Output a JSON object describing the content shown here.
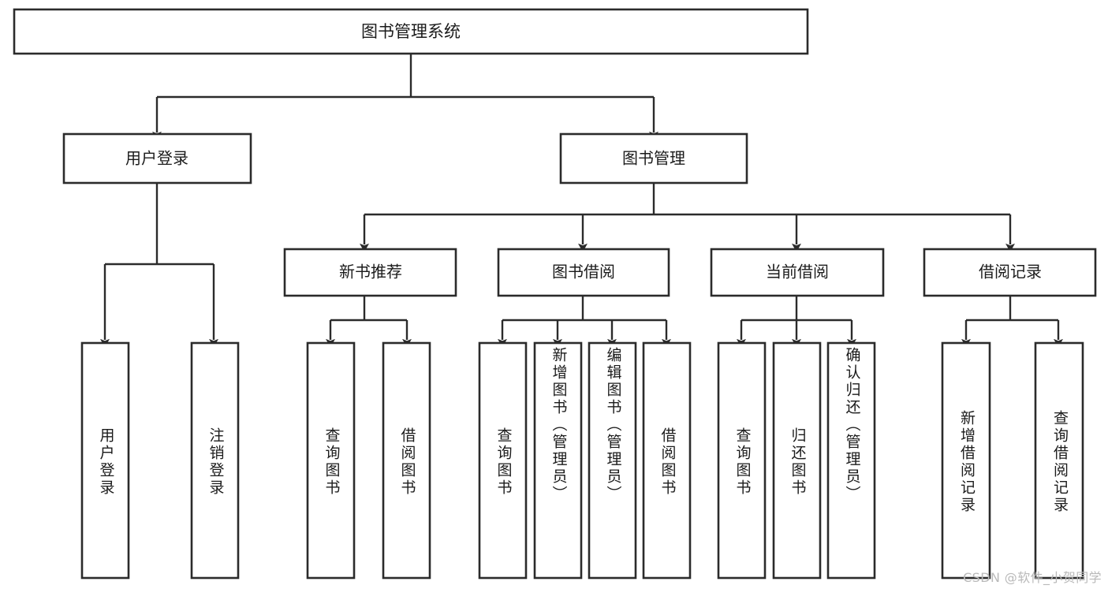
{
  "diagram": {
    "title": "图书管理系统",
    "type": "tree-hierarchy",
    "orientation": "top-down",
    "colors": {
      "box_fill": "#ffffff",
      "line": "#2b2b2b",
      "text": "#1b1b1b",
      "watermark": "#b9b9b9"
    },
    "root": {
      "label": "图书管理系统"
    },
    "level1": [
      {
        "label": "用户登录"
      },
      {
        "label": "图书管理"
      }
    ],
    "level2": [
      {
        "label": "新书推荐"
      },
      {
        "label": "图书借阅"
      },
      {
        "label": "当前借阅"
      },
      {
        "label": "借阅记录"
      }
    ],
    "leaves": {
      "user_login": [
        {
          "label": "用户登录"
        },
        {
          "label": "注销登录"
        }
      ],
      "new_book_recommend": [
        {
          "label": "查询图书"
        },
        {
          "label": "借阅图书"
        }
      ],
      "book_borrow": [
        {
          "label": "查询图书"
        },
        {
          "label": "新增图书（管理员）"
        },
        {
          "label": "编辑图书（管理员）"
        },
        {
          "label": "借阅图书"
        }
      ],
      "current_borrow": [
        {
          "label": "查询图书"
        },
        {
          "label": "归还图书"
        },
        {
          "label": "确认归还（管理员）"
        }
      ],
      "borrow_record": [
        {
          "label": "新增借阅记录"
        },
        {
          "label": "查询借阅记录"
        }
      ]
    }
  },
  "watermark": {
    "text": "CSDN @软件_小贺同学"
  }
}
